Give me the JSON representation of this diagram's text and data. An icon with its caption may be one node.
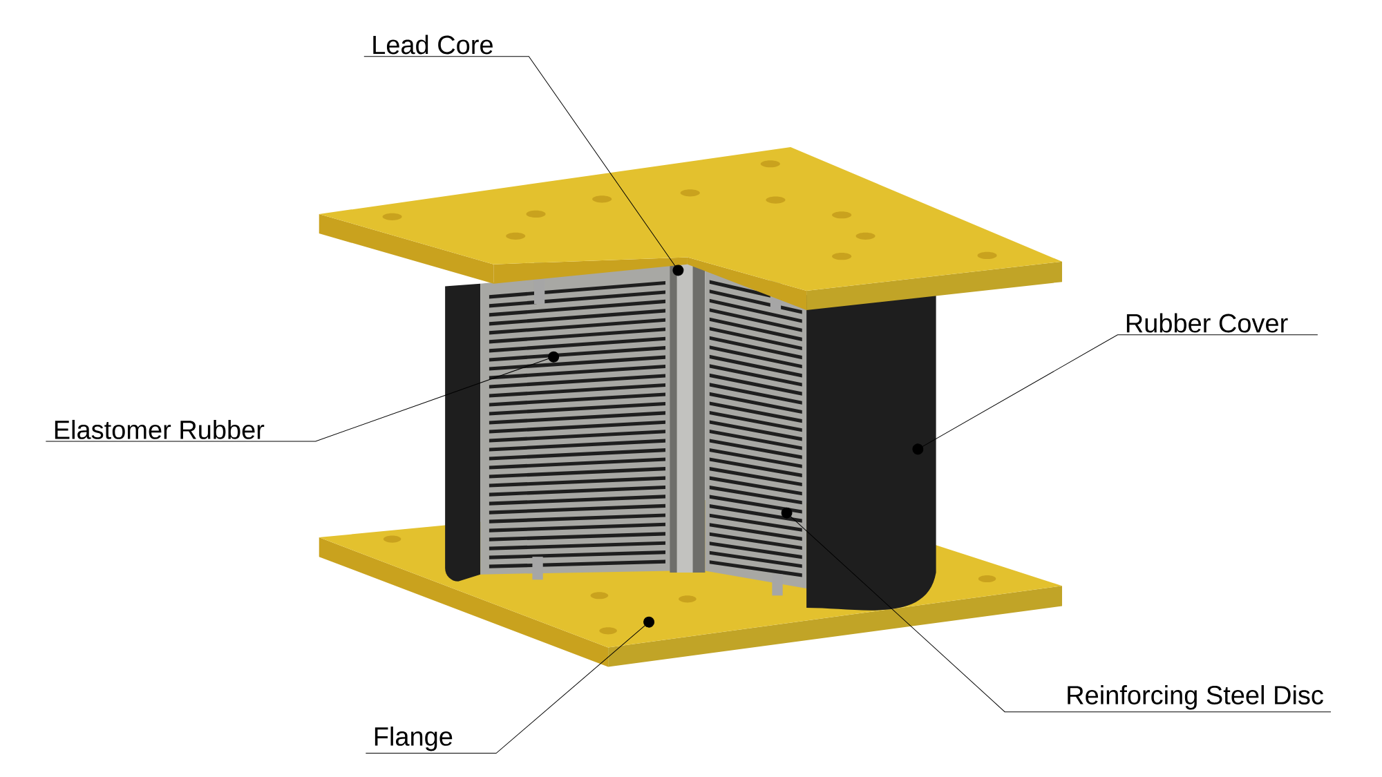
{
  "diagram": {
    "nodes": [
      {
        "text": [
          "Lead Core"
        ]
      },
      {
        "text": [
          "Rubber Cover"
        ]
      },
      {
        "text": [
          "Elastomer Rubber"
        ]
      },
      {
        "text": [
          "Reinforcing Steel Disc"
        ]
      },
      {
        "text": [
          "Flange"
        ]
      }
    ],
    "edges": [
      {
        "from": 0,
        "to": null,
        "arrow": "other"
      },
      {
        "from": 1,
        "to": null,
        "arrow": "other"
      },
      {
        "from": 2,
        "to": null,
        "arrow": "other"
      },
      {
        "from": 3,
        "to": null,
        "arrow": "other"
      },
      {
        "from": 4,
        "to": null,
        "arrow": "other"
      }
    ]
  }
}
